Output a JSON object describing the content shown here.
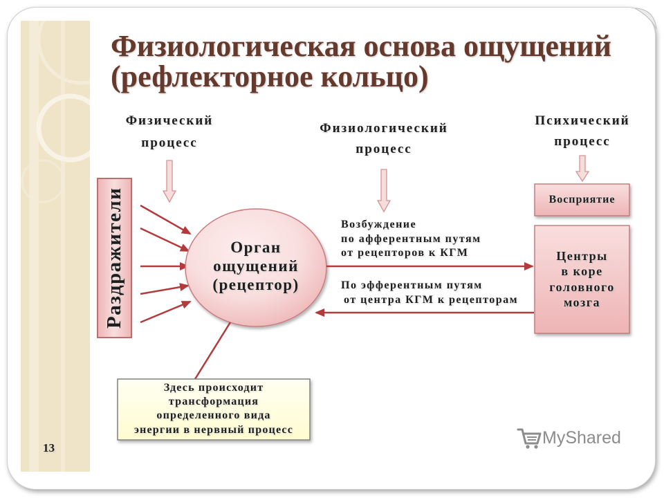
{
  "slide": {
    "title_line1": "Физиологическая основа ощущений",
    "title_line2": "(рефлекторное кольцо)",
    "page_number": "13"
  },
  "diagram": {
    "physical_process": {
      "line1": "Физический",
      "line2": "процесс"
    },
    "physiological_process": {
      "line1": "Физиологический",
      "line2": "процесс"
    },
    "mental_process": {
      "line1": "Психический",
      "line2": "процесс"
    },
    "stimuli": "Раздражители",
    "organ": {
      "line1": "Орган",
      "line2": "ощущений",
      "line3": "(рецептор)"
    },
    "afferent": {
      "line1": "Возбуждение",
      "line2": "по афферентным путям",
      "line3": "от рецепторов к КГМ"
    },
    "efferent": {
      "line1": "По эфферентным путям",
      "line2": "от центра КГМ к рецепторам"
    },
    "perception": "Восприятие",
    "centers": {
      "line1": "Центры",
      "line2": "в коре",
      "line3": "головного",
      "line4": "мозга"
    },
    "transformation": {
      "line1": "Здесь происходит",
      "line2": "трансформация",
      "line3": "определенного вида",
      "line4": "энергии в нервный процесс"
    }
  },
  "watermark": {
    "text": "MyShared",
    "icon": "cart-icon"
  },
  "colors": {
    "title": "#653a2c",
    "text": "#1e1e1e",
    "arrow": "#b23a3c",
    "box_fill_light": "#f9dede",
    "box_fill_dark": "#eeb4b5",
    "box_border": "#b57172",
    "note_fill": "#fffcd0",
    "note_border": "#808080",
    "strip": "#efe4c8",
    "watermark": "#8c8c8c"
  }
}
